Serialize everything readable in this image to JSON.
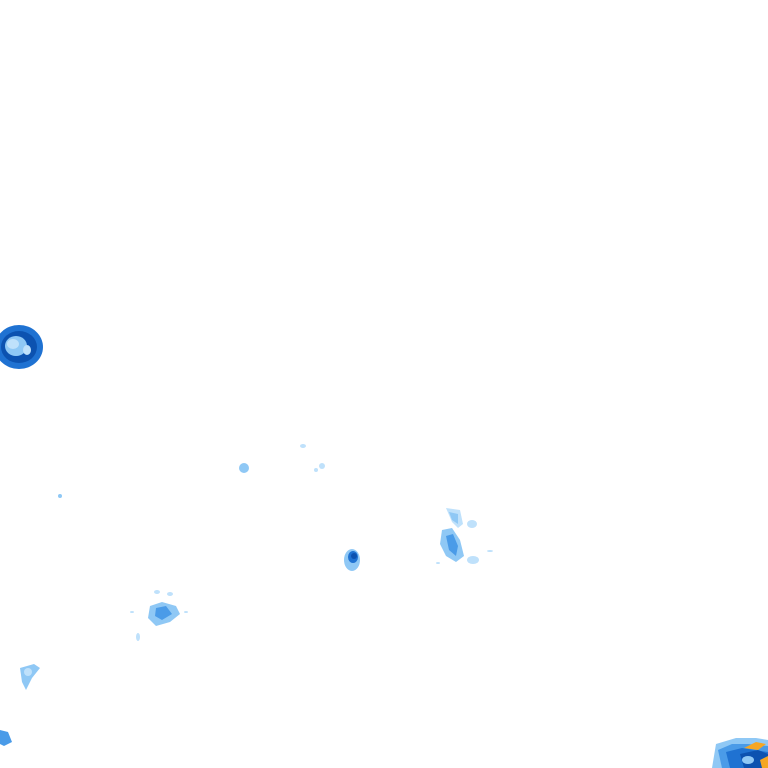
{
  "map": {
    "kind": "precipitation-radar-tile",
    "background": "#ffffff",
    "palette": {
      "very_light": "#bfe1fb",
      "light": "#8fc8f5",
      "medium": "#4a9be8",
      "strong": "#1f72d2",
      "intense": "#0c52b0",
      "extreme": "#f5a623"
    },
    "echoes": [
      {
        "name": "echo-cell-west",
        "intensity": "strong"
      },
      {
        "name": "echo-speck-center-left",
        "intensity": "light"
      },
      {
        "name": "echo-speck-center",
        "intensity": "very_light"
      },
      {
        "name": "echo-speck-far-left",
        "intensity": "light"
      },
      {
        "name": "echo-cell-center",
        "intensity": "intense"
      },
      {
        "name": "echo-cluster-center-right",
        "intensity": "medium"
      },
      {
        "name": "echo-cluster-lower-left",
        "intensity": "light"
      },
      {
        "name": "echo-fragment-left",
        "intensity": "light"
      },
      {
        "name": "echo-fragment-bottom-left",
        "intensity": "medium"
      },
      {
        "name": "echo-cell-bottom-right",
        "intensity": "extreme"
      }
    ]
  }
}
